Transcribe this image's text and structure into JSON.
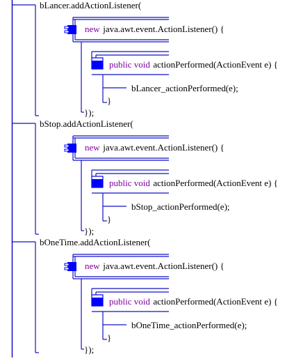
{
  "colors": {
    "line": "#1010c8",
    "keyword": "#7f00a0",
    "text": "#000000",
    "icon": "#0000ff"
  },
  "icons": [
    "class-icon",
    "method-icon"
  ],
  "blocks": [
    {
      "listener_call": "bLancer.addActionListener(",
      "new_kw": "new",
      "class_text": "java.awt.event.ActionListener() {",
      "method_kw": "public void",
      "method_text": "actionPerformed(ActionEvent e) {",
      "body_call": "bLancer_actionPerformed(e);",
      "method_close": "}",
      "call_close": "});"
    },
    {
      "listener_call": "bStop.addActionListener(",
      "new_kw": "new",
      "class_text": "java.awt.event.ActionListener() {",
      "method_kw": "public void",
      "method_text": "actionPerformed(ActionEvent e) {",
      "body_call": "bStop_actionPerformed(e);",
      "method_close": "}",
      "call_close": "});"
    },
    {
      "listener_call": "bOneTime.addActionListener(",
      "new_kw": "new",
      "class_text": "java.awt.event.ActionListener() {",
      "method_kw": "public void",
      "method_text": "actionPerformed(ActionEvent e) {",
      "body_call": "bOneTime_actionPerformed(e);",
      "method_close": "}",
      "call_close": "});"
    }
  ]
}
